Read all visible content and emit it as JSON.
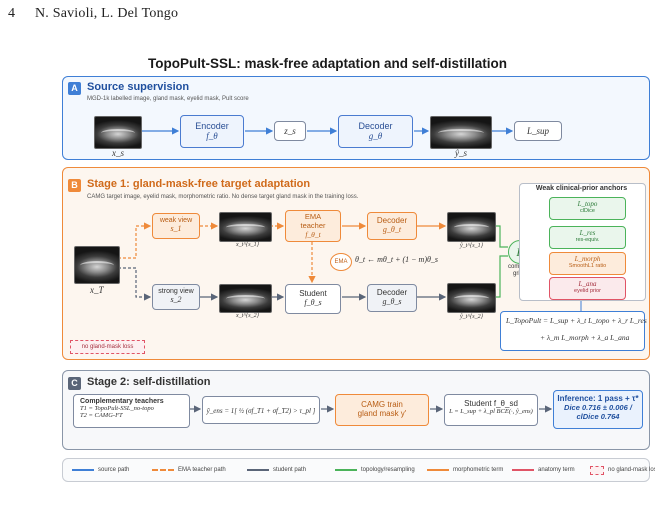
{
  "header": {
    "page_number": "4",
    "authors": "N. Savioli, L. Del Tongo"
  },
  "figure": {
    "title": "TopoPult-SSL: mask-free adaptation and self-distillation"
  },
  "panel_a": {
    "tag": "A",
    "title": "Source supervision",
    "subtitle": "MGD-1k labelled image, gland mask, eyelid mask, Pult score",
    "input_label": "x_s",
    "encoder": {
      "title": "Encoder",
      "symbol": "f_θ"
    },
    "latent": "z_s",
    "decoder": {
      "title": "Decoder",
      "symbol": "g_θ"
    },
    "output_label": "ŷ_s",
    "loss": "L_sup"
  },
  "panel_b": {
    "tag": "B",
    "title": "Stage 1: gland-mask-free target adaptation",
    "subtitle": "CAMG target image, eyelid mask, morphometric ratio. No dense target gland mask  in the training loss.",
    "input_label": "x_T",
    "weak_view": {
      "title": "weak view",
      "symbol": "s_1"
    },
    "strong_view": {
      "title": "strong view",
      "symbol": "s_2"
    },
    "weak_img_label": "x_t^{s_1}",
    "strong_img_label": "x_t^{s_2}",
    "teacher": {
      "line1": "EMA",
      "line2": "teacher",
      "symbol": "f_θ_t"
    },
    "student": {
      "title": "Student",
      "symbol": "f_θ_s"
    },
    "decoder_t": {
      "title": "Decoder",
      "symbol": "g_θ_t"
    },
    "decoder_s": {
      "title": "Decoder",
      "symbol": "g_θ_s"
    },
    "ema_badge": "EMA",
    "ema_update": "θ_t ← mθ_t + (1 − m)θ_s",
    "out_t_label": "ŷ_t^{s_1}",
    "out_s_label": "ŷ_t^{s_2}",
    "resample": {
      "symbol": "R",
      "label1": "common",
      "label2": "grid"
    },
    "no_mask_note": "no gland-mask loss",
    "anchors": {
      "title": "Weak clinical-prior anchors",
      "items": [
        {
          "symbol": "L_topo",
          "desc": "clDice"
        },
        {
          "symbol": "L_res",
          "desc": "res-equiv."
        },
        {
          "symbol": "L_morph",
          "desc": "SmoothL1 ratio"
        },
        {
          "symbol": "L_ana",
          "desc": "eyelid prior"
        }
      ]
    },
    "total_loss_line1": "L_TopoPult = L_sup + λ_t L_topo + λ_r L_res",
    "total_loss_line2": "+ λ_m L_morph + λ_a L_ana"
  },
  "panel_c": {
    "tag": "C",
    "title": "Stage 2: self-distillation",
    "teachers": {
      "title": "Complementary teachers",
      "t1": "T1 = TopoPult-SSL_no-topo",
      "t2": "T2 = CAMG-FT"
    },
    "ens": "ŷ_ens = 1[ ½ (σf_T1 + σf_T2) > τ_pl ]",
    "camg": {
      "line1": "CAMG train",
      "line2": "gland mask y'"
    },
    "student": {
      "title": "Student f_θ_sd",
      "loss": "L = L_sup + λ_pl BCE(·, ŷ_ens)"
    },
    "inference": {
      "line1": "Inference: 1 pass + τ*",
      "line2": "Dice 0.716 ± 0.006 /",
      "line3": "clDice 0.764"
    }
  },
  "legend": {
    "items": [
      {
        "label": "source path",
        "color": "#3f7fd6",
        "style": "solid"
      },
      {
        "label": "EMA teacher path",
        "color": "#ef8a3a",
        "style": "dashed"
      },
      {
        "label": "student path",
        "color": "#5a6578",
        "style": "solid"
      },
      {
        "label": "topology/resampling",
        "color": "#4bb35a",
        "style": "solid"
      },
      {
        "label": "morphometric term",
        "color": "#ef8a3a",
        "style": "solid"
      },
      {
        "label": "anatomy term",
        "color": "#e05466",
        "style": "solid"
      },
      {
        "label": "no gland-mask loss",
        "color": "#e05466",
        "style": "box"
      }
    ]
  },
  "colors": {
    "blue": "#3f7fd6",
    "orange": "#ef8a3a",
    "green": "#4bb35a",
    "red": "#e05466",
    "gray": "#5a6578"
  }
}
